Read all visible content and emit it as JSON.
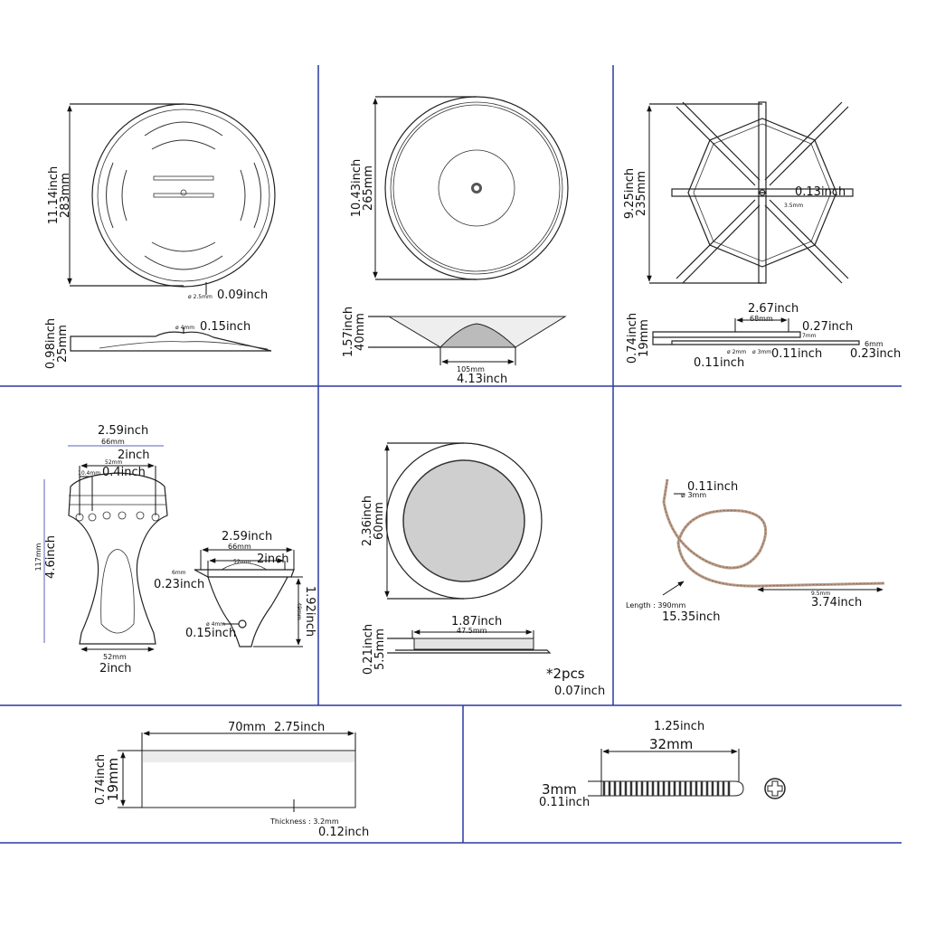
{
  "colors": {
    "grid": "#2b3aa0",
    "line": "#222222",
    "wire": "#b89a86",
    "insert": "#cfcfcf"
  },
  "panels": {
    "coverplate": {
      "height_in": "11.14inch",
      "height_mm": "283mm",
      "hole_mm": "ø 2.5mm",
      "hole_in": "0.09inch",
      "profile_h_in": "0.98inch",
      "profile_h_mm": "25mm",
      "center_mm": "ø 4mm",
      "center_in": "0.15inch"
    },
    "cone": {
      "dia_in": "10.43inch",
      "dia_mm": "265mm",
      "h_in": "1.57inch",
      "h_mm": "40mm",
      "base_mm": "105mm",
      "base_in": "4.13inch"
    },
    "spider": {
      "dia_in": "9.25inch",
      "dia_mm": "235mm",
      "slot_in": "0.13inch",
      "slot_mm": "3.5mm",
      "h_in": "0.74inch",
      "h_mm": "19mm",
      "span_in": "2.67inch",
      "span_mm": "68mm",
      "foot_in": "0.27inch",
      "foot_mm": "7mm",
      "hole1_mm": "ø 2mm",
      "hole2_mm": "ø 3mm",
      "hole1_in": "0.11inch",
      "hole2_in": "0.11inch",
      "end_mm": "6mm",
      "end_in": "0.23inch"
    },
    "tailpiece": {
      "w_in": "2.59inch",
      "w_mm": "66mm",
      "pins_in": "2inch",
      "pins_mm": "52mm",
      "pin_mm": "10.4mm",
      "pin_in": "0.4inch",
      "len_mm": "117mm",
      "len_in": "4.6inch",
      "base_mm": "52mm",
      "base_in": "2inch",
      "side_w_in": "2.59inch",
      "side_w_mm": "66mm",
      "side_in_mm": "52mm",
      "side_in_in": "2inch",
      "lip_mm": "6mm",
      "lip_in": "0.23inch",
      "side_h_in": "1.92inch",
      "side_h_mm": "49mm",
      "hole_mm": "ø 4mm",
      "hole_in": "0.15inch"
    },
    "soundwell": {
      "dia_in": "2.36inch",
      "dia_mm": "60mm",
      "h_in": "0.21inch",
      "h_mm": "5.5mm",
      "inner_in": "1.87inch",
      "inner_mm": "47.5mm",
      "qty": "*2pcs",
      "thick_in": "0.07inch"
    },
    "cable": {
      "tip_in": "0.11inch",
      "tip_mm": "ø 3mm",
      "length_label": "Length : 390mm",
      "length_in": "15.35inch",
      "end_mm": "9.5mm",
      "end_in": "3.74inch"
    },
    "saddle": {
      "w": "70mm",
      "w_in": "2.75inch",
      "h_in": "0.74inch",
      "h_mm": "19mm",
      "thick_label": "Thickness : 3.2mm",
      "thick_in": "0.12inch"
    },
    "screw": {
      "len_in": "1.25inch",
      "len_mm": "32mm",
      "dia_mm": "3mm",
      "dia_in": "0.11inch"
    }
  }
}
